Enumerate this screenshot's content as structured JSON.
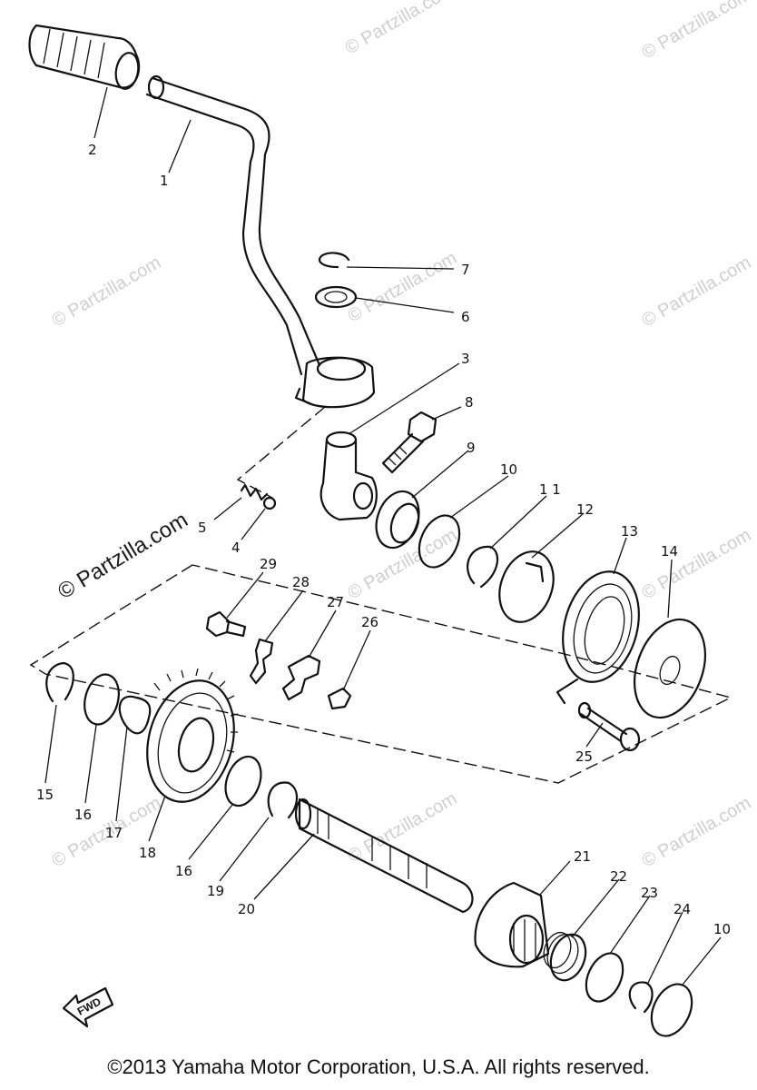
{
  "watermarks": {
    "small": "© Partzilla.com",
    "large": "© Partzilla.com"
  },
  "fwd_label": "FWD",
  "copyright": "©2013  Yamaha Motor Corporation, U.S.A. All rights reserved.",
  "callouts": {
    "c1": "1",
    "c2": "2",
    "c3": "3",
    "c4": "4",
    "c5": "5",
    "c6": "6",
    "c7": "7",
    "c8": "8",
    "c9": "9",
    "c10a": "10",
    "c11": "1 1",
    "c12": "12",
    "c13": "13",
    "c14": "14",
    "c15": "15",
    "c16a": "16",
    "c17": "17",
    "c18": "18",
    "c16b": "16",
    "c19": "19",
    "c20": "20",
    "c21": "21",
    "c22": "22",
    "c23": "23",
    "c24": "24",
    "c10b": "10",
    "c25": "25",
    "c26": "26",
    "c27": "27",
    "c28": "28",
    "c29": "29"
  }
}
